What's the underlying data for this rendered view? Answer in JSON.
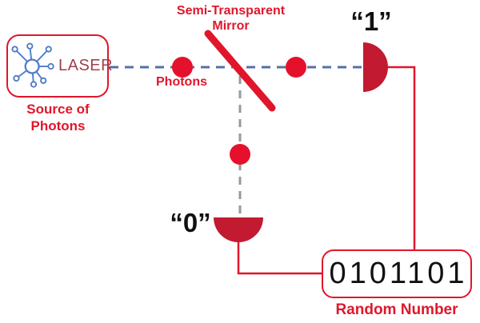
{
  "labels": {
    "mirror": "Semi-Transparent Mirror",
    "laser": "LASER",
    "source": "Source of Photons",
    "photons": "Photons",
    "detector_one": "“1”",
    "detector_zero": "“0”",
    "binary_output": "0101101",
    "random_number": "Random Number"
  },
  "colors": {
    "crimson": "#E0162B",
    "detector_red": "#C21A30",
    "photon_red": "#E5112C",
    "laser_text": "#A0404E",
    "beam_blue": "#5570A8",
    "icon_blue": "#4F7CC9",
    "dash_gray": "#999999",
    "digit_black": "#111111"
  },
  "icons": {
    "laser_icon": "photon-burst-icon"
  }
}
